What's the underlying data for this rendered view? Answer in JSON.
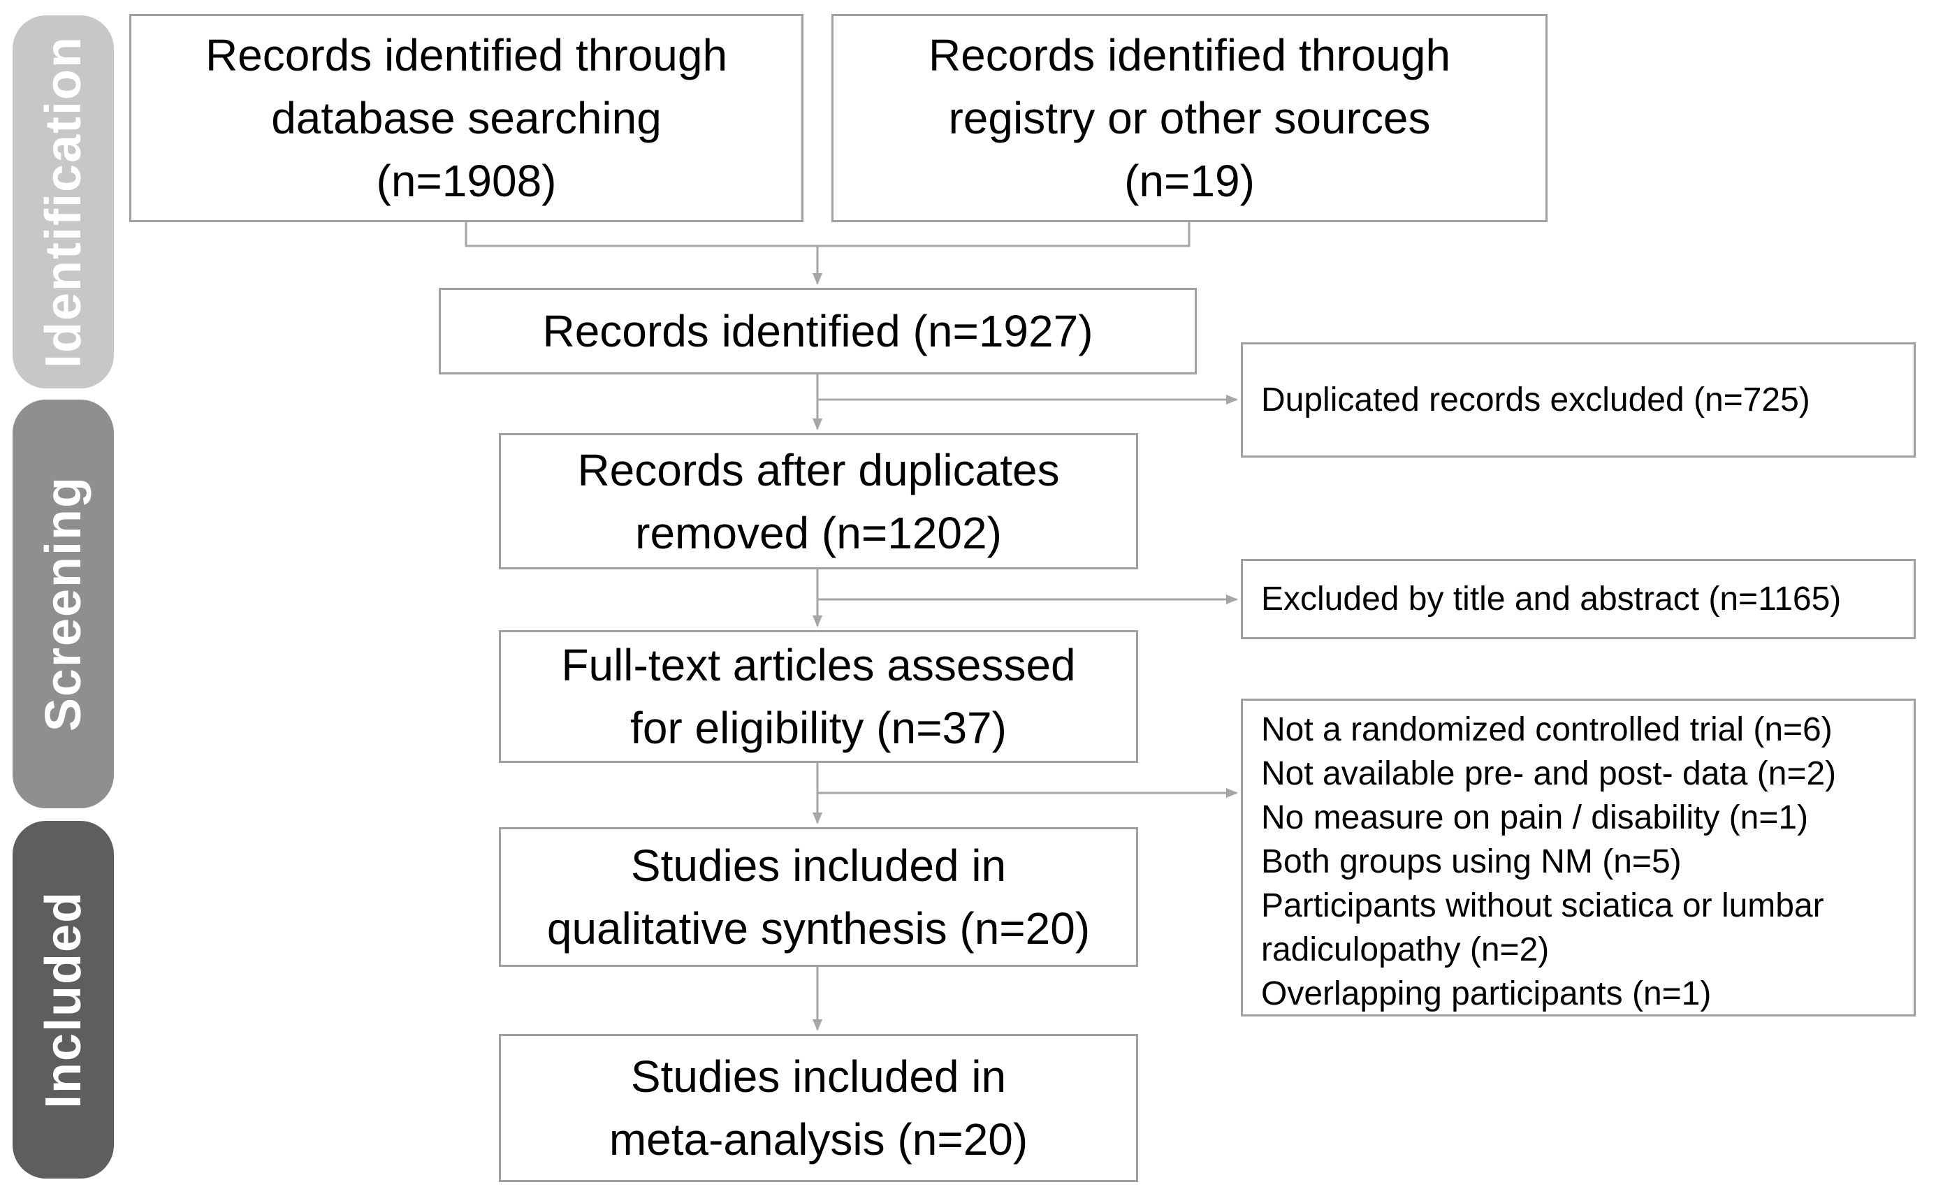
{
  "sidebar": {
    "stages": [
      {
        "id": "identification",
        "label": "Identification"
      },
      {
        "id": "screening",
        "label": "Screening"
      },
      {
        "id": "included",
        "label": "Included"
      }
    ]
  },
  "flow": {
    "records_database": "Records identified through\ndatabase searching\n(n=1908)",
    "records_registry": "Records identified through\nregistry or other sources\n(n=19)",
    "records_identified": "Records identified (n=1927)",
    "after_duplicates": "Records after duplicates\nremoved (n=1202)",
    "fulltext_assessed": "Full-text articles assessed\nfor eligibility (n=37)",
    "qualitative_synthesis": "Studies included in\nqualitative synthesis (n=20)",
    "meta_analysis": "Studies included in\nmeta-analysis (n=20)"
  },
  "exclusions": {
    "duplicates": "Duplicated records excluded (n=725)",
    "title_abstract": "Excluded by title and abstract (n=1165)",
    "fulltext_reasons": "Not a randomized controlled trial (n=6)\nNot available pre- and post- data (n=2)\nNo measure on pain / disability (n=1)\nBoth groups using NM (n=5)\nParticipants without sciatica or lumbar\nradiculopathy (n=2)\nOverlapping participants (n=1)"
  },
  "colors": {
    "stage-identification": "#c7c7c7",
    "stage-screening": "#8f8f8f",
    "stage-included": "#5e5e5e",
    "stage-text": "#ffffff",
    "box-border": "#a0a0a0",
    "box-bg": "#ffffff",
    "line": "#a6a6a6",
    "text": "#000000",
    "bg": "#ffffff"
  }
}
